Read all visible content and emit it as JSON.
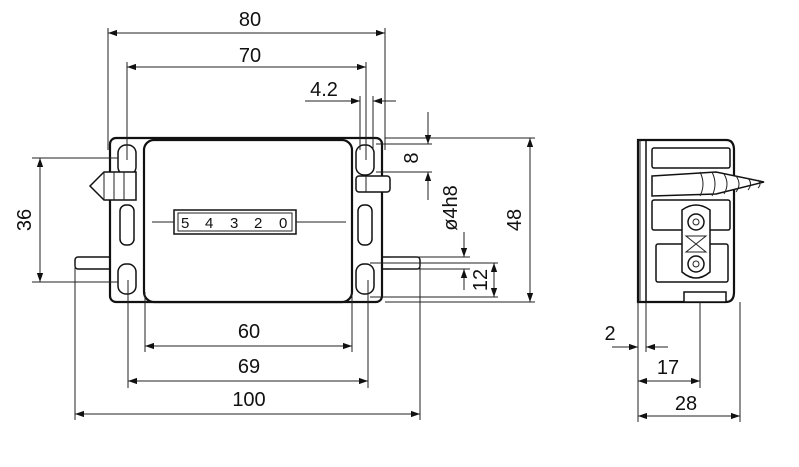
{
  "drawing": {
    "front_view": {
      "counter_digits": [
        "5",
        "4",
        "3",
        "2",
        "0"
      ],
      "dimensions": {
        "overall_width": "80",
        "hole_spacing": "70",
        "hole_offset": "4.2",
        "top_hole_height": "8",
        "shaft_diameter": "ø4h8",
        "housing_height": "48",
        "left_height": "36",
        "bottom_offset": "12",
        "body_width": "60",
        "frame_width": "69",
        "shaft_length": "100"
      }
    },
    "side_view": {
      "dimensions": {
        "wall_thickness": "2",
        "mid_depth": "17",
        "total_depth": "28"
      }
    }
  }
}
